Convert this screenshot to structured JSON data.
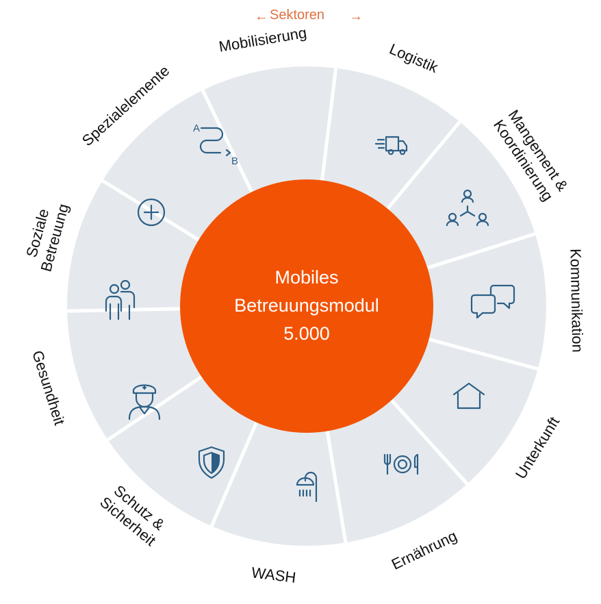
{
  "header": {
    "title": "Sektoren",
    "arrow_left": "←",
    "arrow_right": "→"
  },
  "center": {
    "line1": "Mobiles",
    "line2": "Betreuungsmodul",
    "line3": "5.000"
  },
  "colors": {
    "center": "#f25204",
    "ring": "#e5e9ed",
    "icon": "#2d5f86",
    "divider": "#ffffff",
    "header": "#e0713f"
  },
  "sectors": [
    {
      "label": [
        "Logistik"
      ],
      "icon": "truck-icon"
    },
    {
      "label": [
        "Mangement &",
        "Koordinierung"
      ],
      "icon": "network-icon"
    },
    {
      "label": [
        "Kommunikation"
      ],
      "icon": "chat-icon"
    },
    {
      "label": [
        "Unterkunft"
      ],
      "icon": "house-icon"
    },
    {
      "label": [
        "Ernährung"
      ],
      "icon": "cutlery-plate-icon"
    },
    {
      "label": [
        "WASH"
      ],
      "icon": "shower-icon"
    },
    {
      "label": [
        "Schutz &",
        "Sicherheit"
      ],
      "icon": "shield-icon"
    },
    {
      "label": [
        "Gesundheit"
      ],
      "icon": "nurse-icon"
    },
    {
      "label": [
        "Soziale",
        "Betreuung"
      ],
      "icon": "family-icon"
    },
    {
      "label": [
        "Spezialelemente"
      ],
      "icon": "plus-circle-icon"
    },
    {
      "label": [
        "Mobilisierung"
      ],
      "icon": "route-a-b-icon"
    }
  ],
  "icon_text": {
    "route_a": "A",
    "route_b": "B"
  }
}
